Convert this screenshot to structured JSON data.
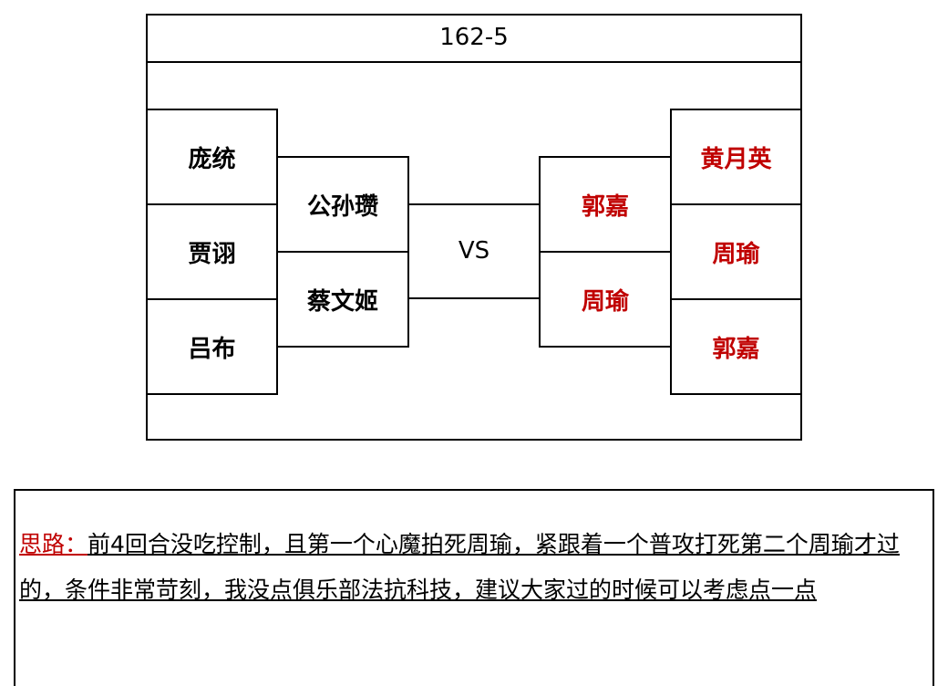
{
  "title": "162-5",
  "left_team": {
    "outer": [
      "庞统",
      "贾诩",
      "吕布"
    ],
    "inner": [
      "公孙瓒",
      "蔡文姬"
    ]
  },
  "vs_label": "VS",
  "right_team": {
    "inner": [
      "郭嘉",
      "周瑜"
    ],
    "outer": [
      "黄月英",
      "周瑜",
      "郭嘉"
    ]
  },
  "colors": {
    "right_team_text": "#c00000",
    "note_label": "#c00000"
  },
  "note": {
    "label": "思路：",
    "text": "前4回合没吃控制，且第一个心魔拍死周瑜，紧跟着一个普攻打死第二个周瑜才过的，条件非常苛刻，我没点俱乐部法抗科技，建议大家过的时候可以考虑点一点"
  }
}
